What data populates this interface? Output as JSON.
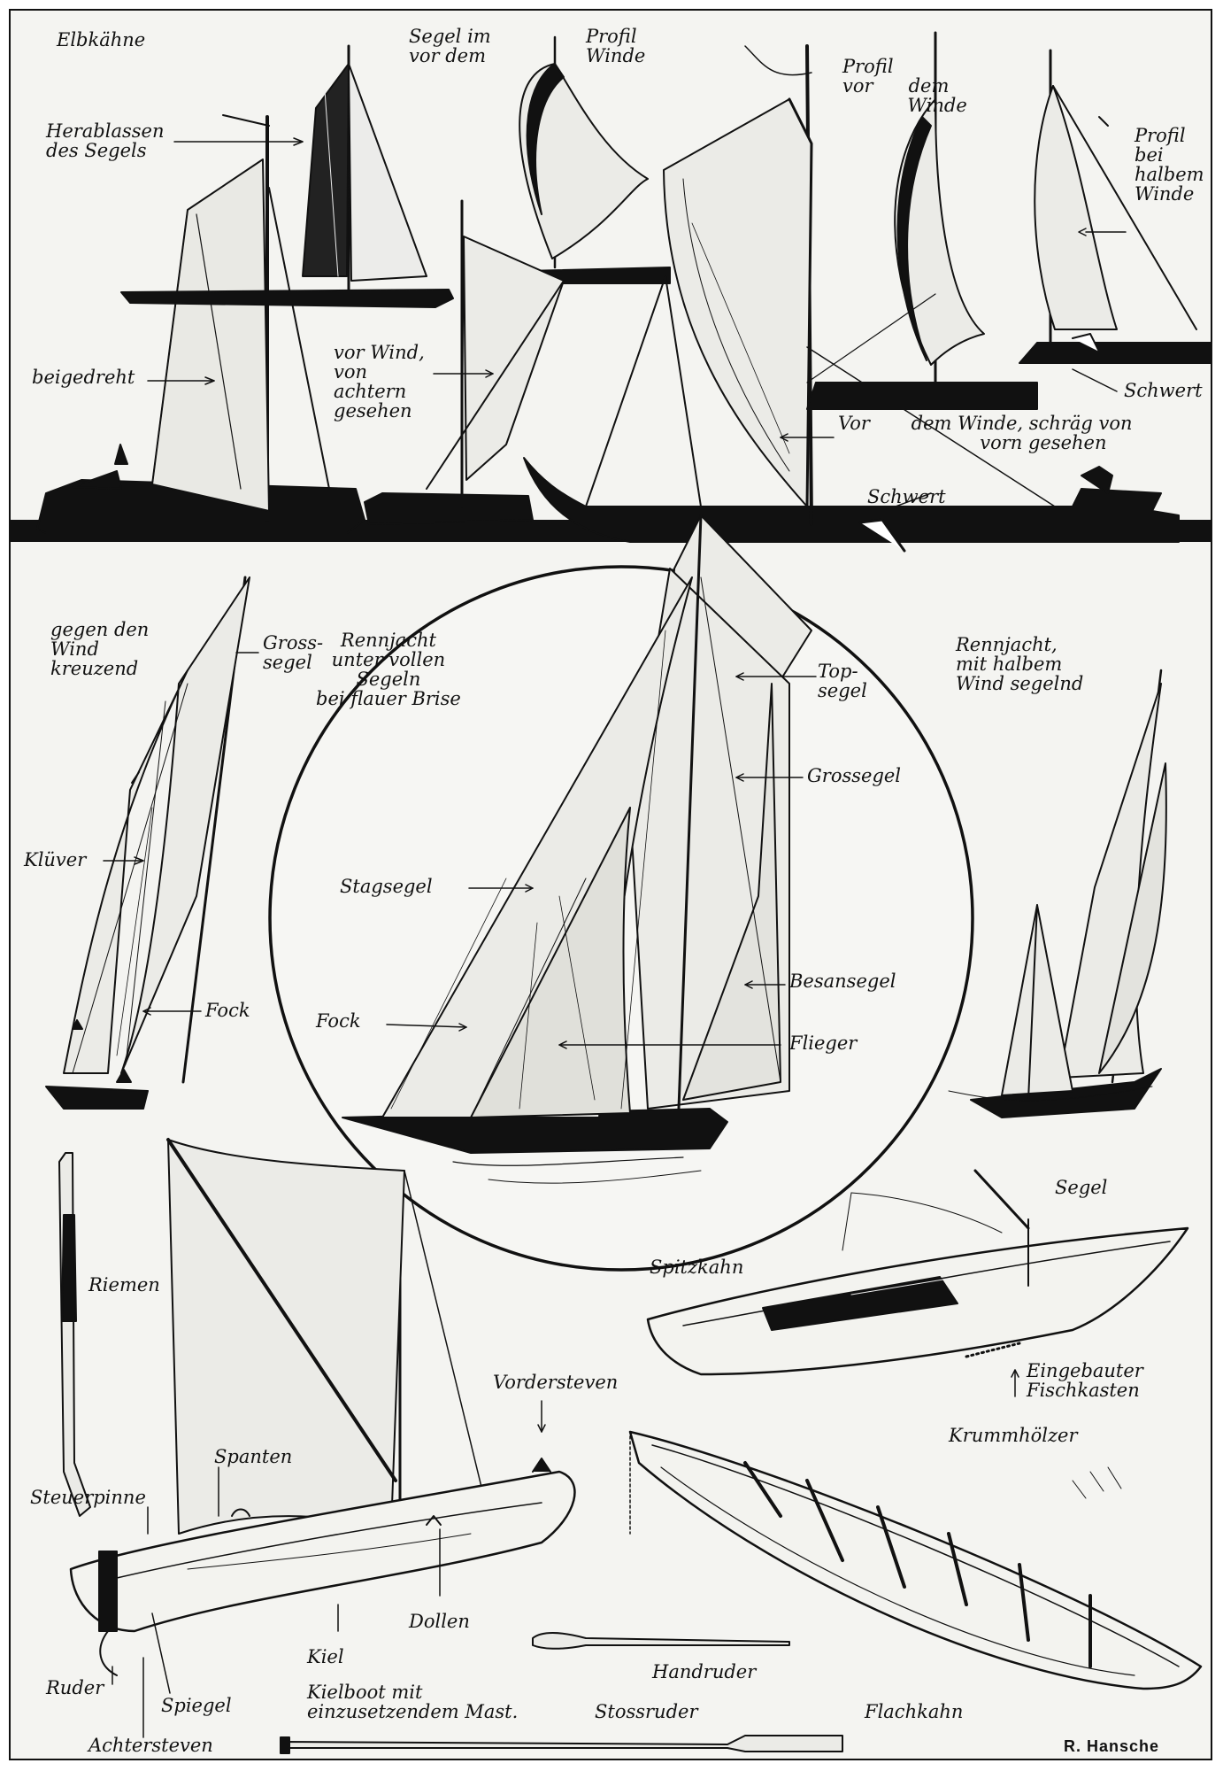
{
  "labels": {
    "elbkaehne": "Elbkähne",
    "segel_im_wind": "Segel im\nvor dem",
    "profil_wind_top": "Profil\nWinde",
    "profil_vor_dem_winde": "Profil\nvor      dem\n           Winde",
    "profil_bei_halbem_winde": "Profil\nbei\nhalbem\nWinde",
    "herablassen": "Herablassen\ndes Segels",
    "beigedreht": "beigedreht",
    "vor_wind_achtern": "vor Wind,\nvon\nachtern\ngesehen",
    "schwert_1": "Schwert",
    "vor_dem_winde_schraeg": "Vor       dem Winde, schräg von\n                        vorn gesehen",
    "schwert_2": "Schwert",
    "gegen_den_wind": "gegen den\nWind\nkreuzend",
    "grosssegel_left": "Gross-\nsegel",
    "kluever": "Klüver",
    "fock_left": "Fock",
    "rennjacht_volle_segel": "Rennjacht\nunter vollen\nSegeln\nbei flauer Brise",
    "topsegel": "Top-\nsegel",
    "grosssegel_center": "Grossegel",
    "stagsegel": "Stagsegel",
    "besansegel": "Besansegel",
    "fock_center": "Fock",
    "flieger": "Flieger",
    "rennjacht_halber_wind": "Rennjacht,\nmit halbem\nWind segelnd",
    "riemen": "Riemen",
    "segel_boat": "Segel",
    "spitzkahn": "Spitzkahn",
    "eingebauter_fischkasten": "Eingebauter\nFischkasten",
    "vordersteven": "Vordersteven",
    "spanten": "Spanten",
    "steuerpinne": "Steuerpinne",
    "krummhoelzer": "Krummhölzer",
    "dollen": "Dollen",
    "ruder": "Ruder",
    "spiegel": "Spiegel",
    "kiel": "Kiel",
    "kielboot": "Kielboot mit\neinzusetzendem Mast.",
    "handruder": "Handruder",
    "stossruder": "Stossruder",
    "flachkahn": "Flachkahn",
    "achtersteven": "Achtersteven"
  },
  "signature": "R. Hansche"
}
